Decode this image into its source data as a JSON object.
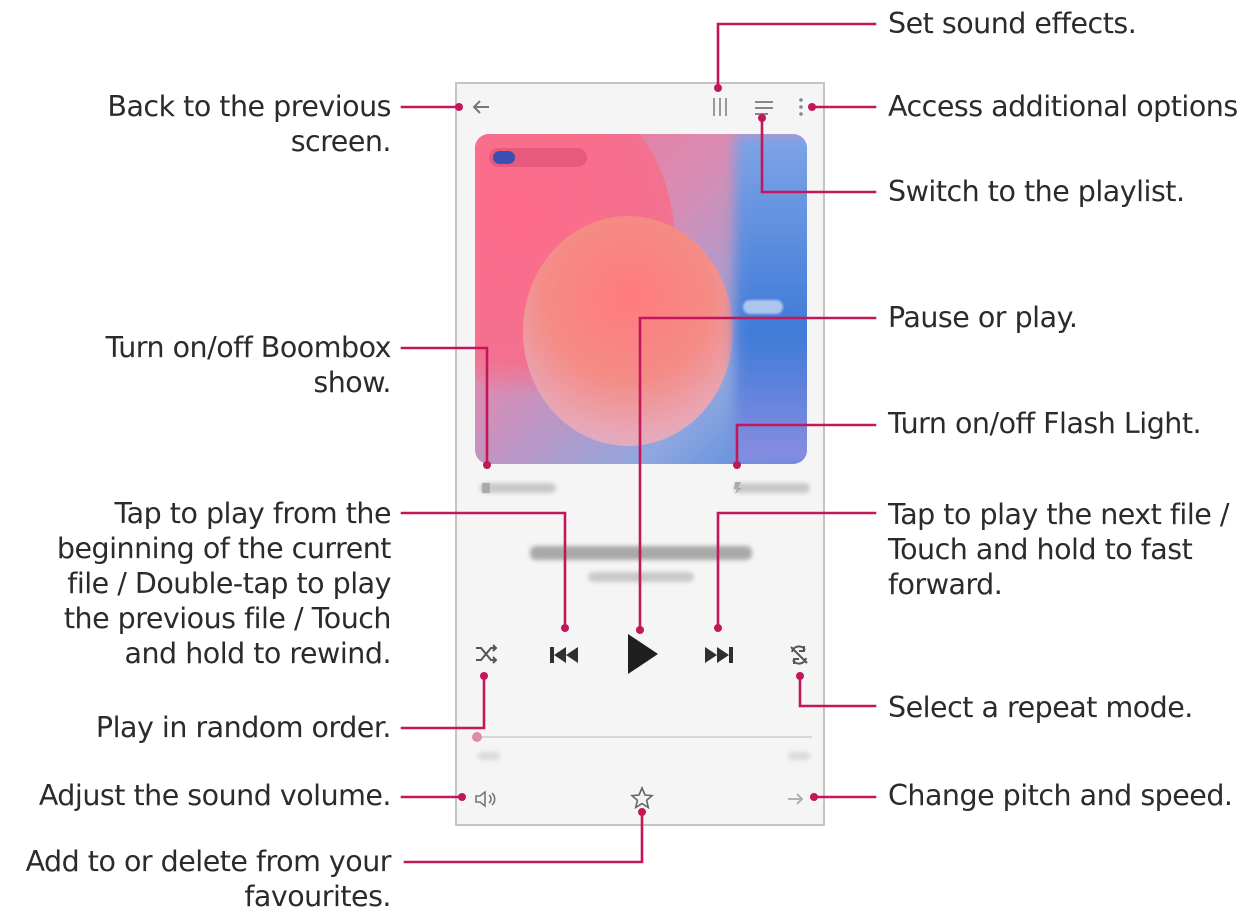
{
  "callouts": {
    "sound_effects": "Set sound effects.",
    "additional_options": "Access additional options",
    "back": [
      "Back to the previous",
      "screen."
    ],
    "playlist": "Switch to the playlist.",
    "pause_play": "Pause or play.",
    "boombox": [
      "Turn on/off Boombox",
      "show."
    ],
    "flash_light": "Turn on/off Flash Light.",
    "previous": [
      "Tap to play from the",
      "beginning of the current",
      "file / Double-tap to play",
      "the previous file / Touch",
      "and hold to rewind."
    ],
    "next": [
      "Tap to play the next file /",
      "Touch and hold to fast",
      "forward."
    ],
    "repeat": "Select a repeat mode.",
    "random": "Play in random order.",
    "volume": "Adjust the sound volume.",
    "pitch_speed": "Change pitch and speed.",
    "favourites": [
      "Add to or delete from your",
      "favourites."
    ]
  },
  "icons": {
    "back": "back-arrow-icon",
    "equalizer": "equalizer-icon",
    "playlist": "playlist-icon",
    "more": "more-vertical-icon",
    "shuffle": "shuffle-icon",
    "previous": "skip-previous-icon",
    "play": "play-icon",
    "next": "skip-next-icon",
    "repeat": "repeat-icon",
    "volume": "volume-icon",
    "favourite": "star-icon",
    "pitch": "pitch-speed-icon"
  },
  "colors": {
    "leader_line": "#c2185b",
    "accent": "#e85a7c"
  }
}
